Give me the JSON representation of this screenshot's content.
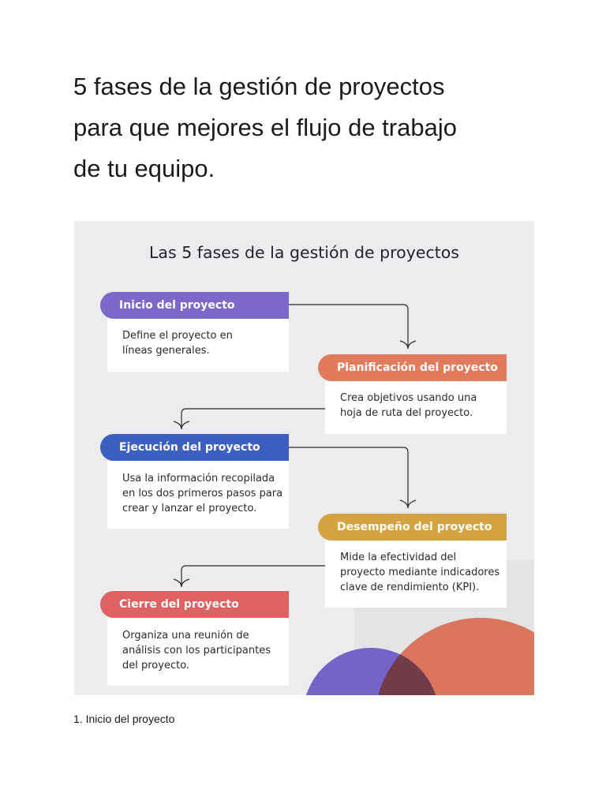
{
  "heading": {
    "lines": [
      "5 fases de la gestión de proyectos",
      "para que mejores el flujo de trabajo",
      "de tu equipo."
    ]
  },
  "infographic": {
    "title": "Las 5 fases de la gestión de proyectos",
    "phases": [
      {
        "label": "Inicio del proyecto",
        "color": "#7b68c8",
        "lines": [
          "Define el proyecto en",
          "líneas generales."
        ]
      },
      {
        "label": "Planificación del proyecto",
        "color": "#e27a5c",
        "lines": [
          "Crea objetivos usando una",
          "hoja de ruta del proyecto."
        ]
      },
      {
        "label": "Ejecución del proyecto",
        "color": "#3c5fc2",
        "lines": [
          "Usa la información recopilada",
          "en los dos primeros pasos para",
          "crear y lanzar el proyecto."
        ]
      },
      {
        "label": "Desempeño del proyecto",
        "color": "#d4a442",
        "lines": [
          "Mide la efectividad del",
          "proyecto mediante indicadores",
          "clave de rendimiento (KPI)."
        ]
      },
      {
        "label": "Cierre del proyecto",
        "color": "#e06161",
        "lines": [
          "Organiza una reunión de",
          "análisis con los participantes",
          "del proyecto."
        ]
      }
    ],
    "decor_colors": {
      "orange_circle": "#d9765c",
      "purple_circle": "#7563c9",
      "overlap": "#703c4a"
    }
  },
  "caption": "1. Inicio del proyecto"
}
